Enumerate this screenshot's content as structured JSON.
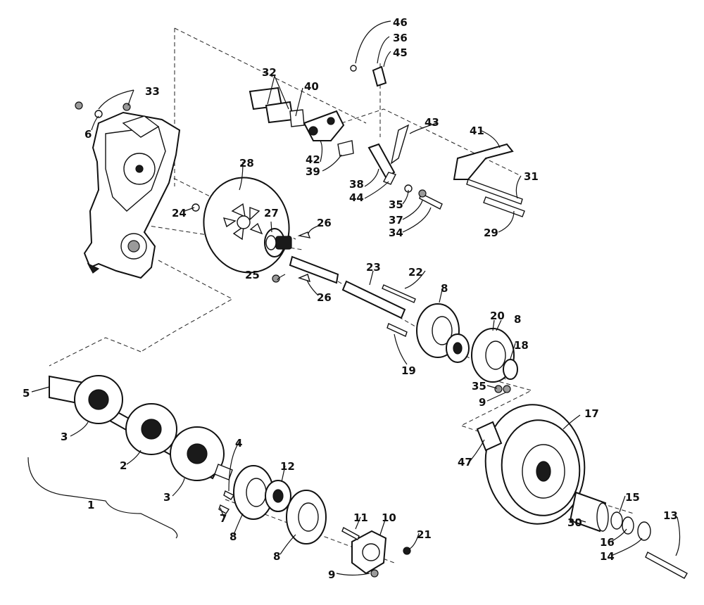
{
  "callouts": [
    {
      "id": "c46",
      "text": "46"
    },
    {
      "id": "c36",
      "text": "36"
    },
    {
      "id": "c45",
      "text": "45"
    },
    {
      "id": "c33",
      "text": "33"
    },
    {
      "id": "c32",
      "text": "32"
    },
    {
      "id": "c40",
      "text": "40"
    },
    {
      "id": "c6",
      "text": "6"
    },
    {
      "id": "c43",
      "text": "43"
    },
    {
      "id": "c41",
      "text": "41"
    },
    {
      "id": "c28",
      "text": "28"
    },
    {
      "id": "c42",
      "text": "42"
    },
    {
      "id": "c39",
      "text": "39"
    },
    {
      "id": "c38",
      "text": "38"
    },
    {
      "id": "c44",
      "text": "44"
    },
    {
      "id": "c31",
      "text": "31"
    },
    {
      "id": "c35a",
      "text": "35"
    },
    {
      "id": "c37",
      "text": "37"
    },
    {
      "id": "c34",
      "text": "34"
    },
    {
      "id": "c29",
      "text": "29"
    },
    {
      "id": "c24",
      "text": "24"
    },
    {
      "id": "c27",
      "text": "27"
    },
    {
      "id": "c26a",
      "text": "26"
    },
    {
      "id": "c26b",
      "text": "26"
    },
    {
      "id": "c25",
      "text": "25"
    },
    {
      "id": "c23",
      "text": "23"
    },
    {
      "id": "c22",
      "text": "22"
    },
    {
      "id": "c8a",
      "text": "8"
    },
    {
      "id": "c20",
      "text": "20"
    },
    {
      "id": "c8b",
      "text": "8"
    },
    {
      "id": "c18",
      "text": "18"
    },
    {
      "id": "c19",
      "text": "19"
    },
    {
      "id": "c35b",
      "text": "35"
    },
    {
      "id": "c9a",
      "text": "9"
    },
    {
      "id": "c5",
      "text": "5"
    },
    {
      "id": "c3a",
      "text": "3"
    },
    {
      "id": "c2",
      "text": "2"
    },
    {
      "id": "c4",
      "text": "4"
    },
    {
      "id": "c12",
      "text": "12"
    },
    {
      "id": "c3b",
      "text": "3"
    },
    {
      "id": "c7",
      "text": "7"
    },
    {
      "id": "c8c",
      "text": "8"
    },
    {
      "id": "c1",
      "text": "1"
    },
    {
      "id": "c11",
      "text": "11"
    },
    {
      "id": "c10",
      "text": "10"
    },
    {
      "id": "c8d",
      "text": "8"
    },
    {
      "id": "c21",
      "text": "21"
    },
    {
      "id": "c9b",
      "text": "9"
    },
    {
      "id": "c17",
      "text": "17"
    },
    {
      "id": "c47",
      "text": "47"
    },
    {
      "id": "c15",
      "text": "15"
    },
    {
      "id": "c13",
      "text": "13"
    },
    {
      "id": "c30",
      "text": "30"
    },
    {
      "id": "c16",
      "text": "16"
    },
    {
      "id": "c14",
      "text": "14"
    }
  ]
}
